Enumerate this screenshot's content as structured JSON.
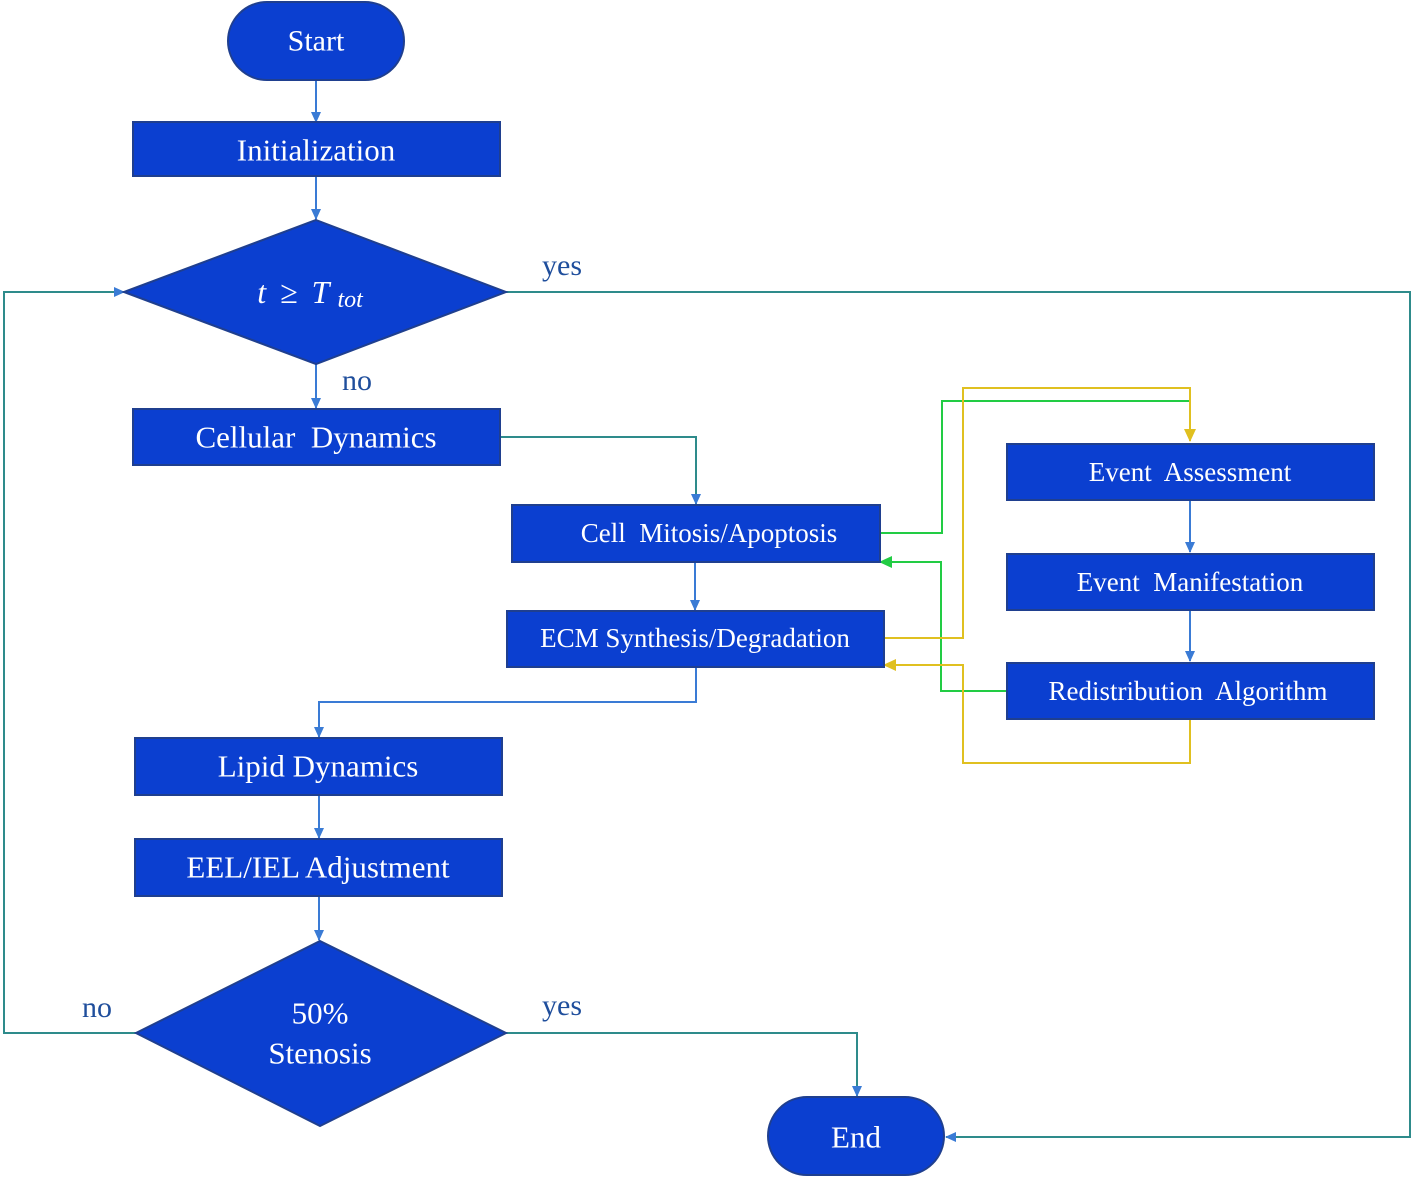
{
  "colors": {
    "node_fill": "#0b3fd0",
    "node_stroke": "#1f3f8f",
    "flow_arrow": "#3a7bd5",
    "loop_line": "#2e8b8b",
    "green_line": "#22cc44",
    "yellow_line": "#e0c020",
    "label": "#1f4e9c"
  },
  "nodes": {
    "start": "Start",
    "initialization": "Initialization",
    "decision_time": {
      "lhs": "t",
      "op": "≥",
      "var": "T",
      "sub": "tot"
    },
    "cellular_dynamics": "Cellular  Dynamics",
    "cell_mitosis": "Cell  Mitosis/Apoptosis",
    "ecm": "ECM Synthesis/Degradation",
    "lipid": "Lipid Dynamics",
    "eel_iel": "EEL/IEL Adjustment",
    "stenosis_line1": "50%",
    "stenosis_line2": "Stenosis",
    "end": "End",
    "event_assessment": "Event  Assessment",
    "event_manifestation": "Event  Manifestation",
    "redistribution": "Redistribution  Algorithm"
  },
  "labels": {
    "time_yes": "yes",
    "time_no": "no",
    "stenosis_yes": "yes",
    "stenosis_no": "no"
  }
}
